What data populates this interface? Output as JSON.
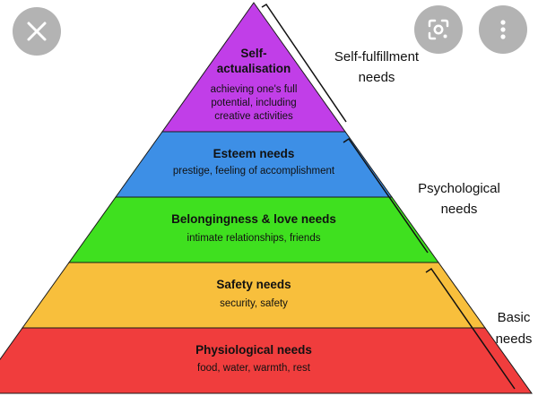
{
  "colors": {
    "self_actualisation": "#c13ee8",
    "esteem": "#3d8fe6",
    "belonging": "#3fe01f",
    "safety": "#f8bf3c",
    "physiological": "#f03d3d",
    "outline": "#1a1a1a",
    "overlay_button": "#9a9a9a"
  },
  "toolbar": {
    "close_icon": "close-icon",
    "lens_icon": "lens-search-icon",
    "more_icon": "more-vert-icon"
  },
  "pyramid": {
    "levels": [
      {
        "key": "self_actualisation",
        "title_lines": [
          "Self-",
          "actualisation"
        ],
        "desc_lines": [
          "achieving one's full",
          "potential, including",
          "creative activities"
        ]
      },
      {
        "key": "esteem",
        "title_lines": [
          "Esteem needs"
        ],
        "desc_lines": [
          "prestige, feeling of accomplishment"
        ]
      },
      {
        "key": "belonging",
        "title_lines": [
          "Belongingness & love needs"
        ],
        "desc_lines": [
          "intimate relationships, friends"
        ]
      },
      {
        "key": "safety",
        "title_lines": [
          "Safety needs"
        ],
        "desc_lines": [
          "security, safety"
        ]
      },
      {
        "key": "physiological",
        "title_lines": [
          "Physiological needs"
        ],
        "desc_lines": [
          "food, water, warmth, rest"
        ]
      }
    ]
  },
  "groups": [
    {
      "lines": [
        "Self-fulfillment",
        "needs"
      ]
    },
    {
      "lines": [
        "Psychological",
        "needs"
      ]
    },
    {
      "lines": [
        "Basic",
        "needs"
      ]
    }
  ]
}
